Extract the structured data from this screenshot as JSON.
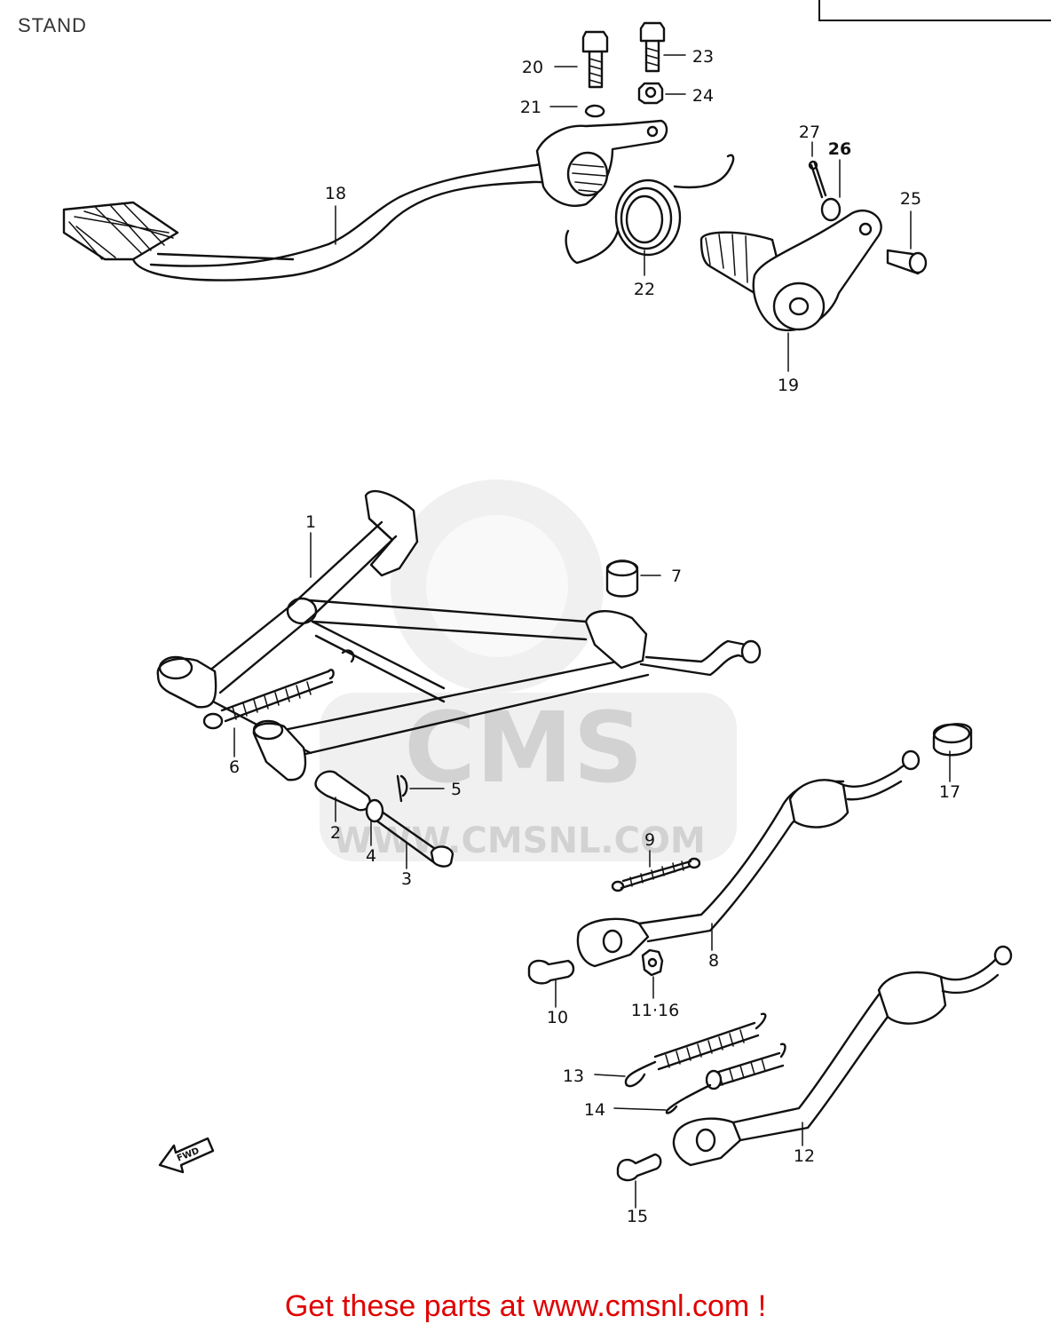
{
  "title": "STAND",
  "watermark": {
    "brand": "CMS",
    "url": "WWW.CMSNL.COM"
  },
  "fwd_label": "FWD",
  "footer": "Get these parts at www.cmsnl.com !",
  "callouts": {
    "p1": "1",
    "p2": "2",
    "p3": "3",
    "p4": "4",
    "p5": "5",
    "p6": "6",
    "p7": "7",
    "p8": "8",
    "p9": "9",
    "p10": "10",
    "p11_16": "11·16",
    "p12": "12",
    "p13": "13",
    "p14": "14",
    "p15": "15",
    "p17": "17",
    "p18": "18",
    "p19": "19",
    "p20": "20",
    "p21": "21",
    "p22": "22",
    "p23": "23",
    "p24": "24",
    "p25": "25",
    "p26": "26",
    "p27": "27"
  },
  "colors": {
    "footer": "#e00000",
    "line": "#111111",
    "watermark": "#d2d2d2"
  }
}
